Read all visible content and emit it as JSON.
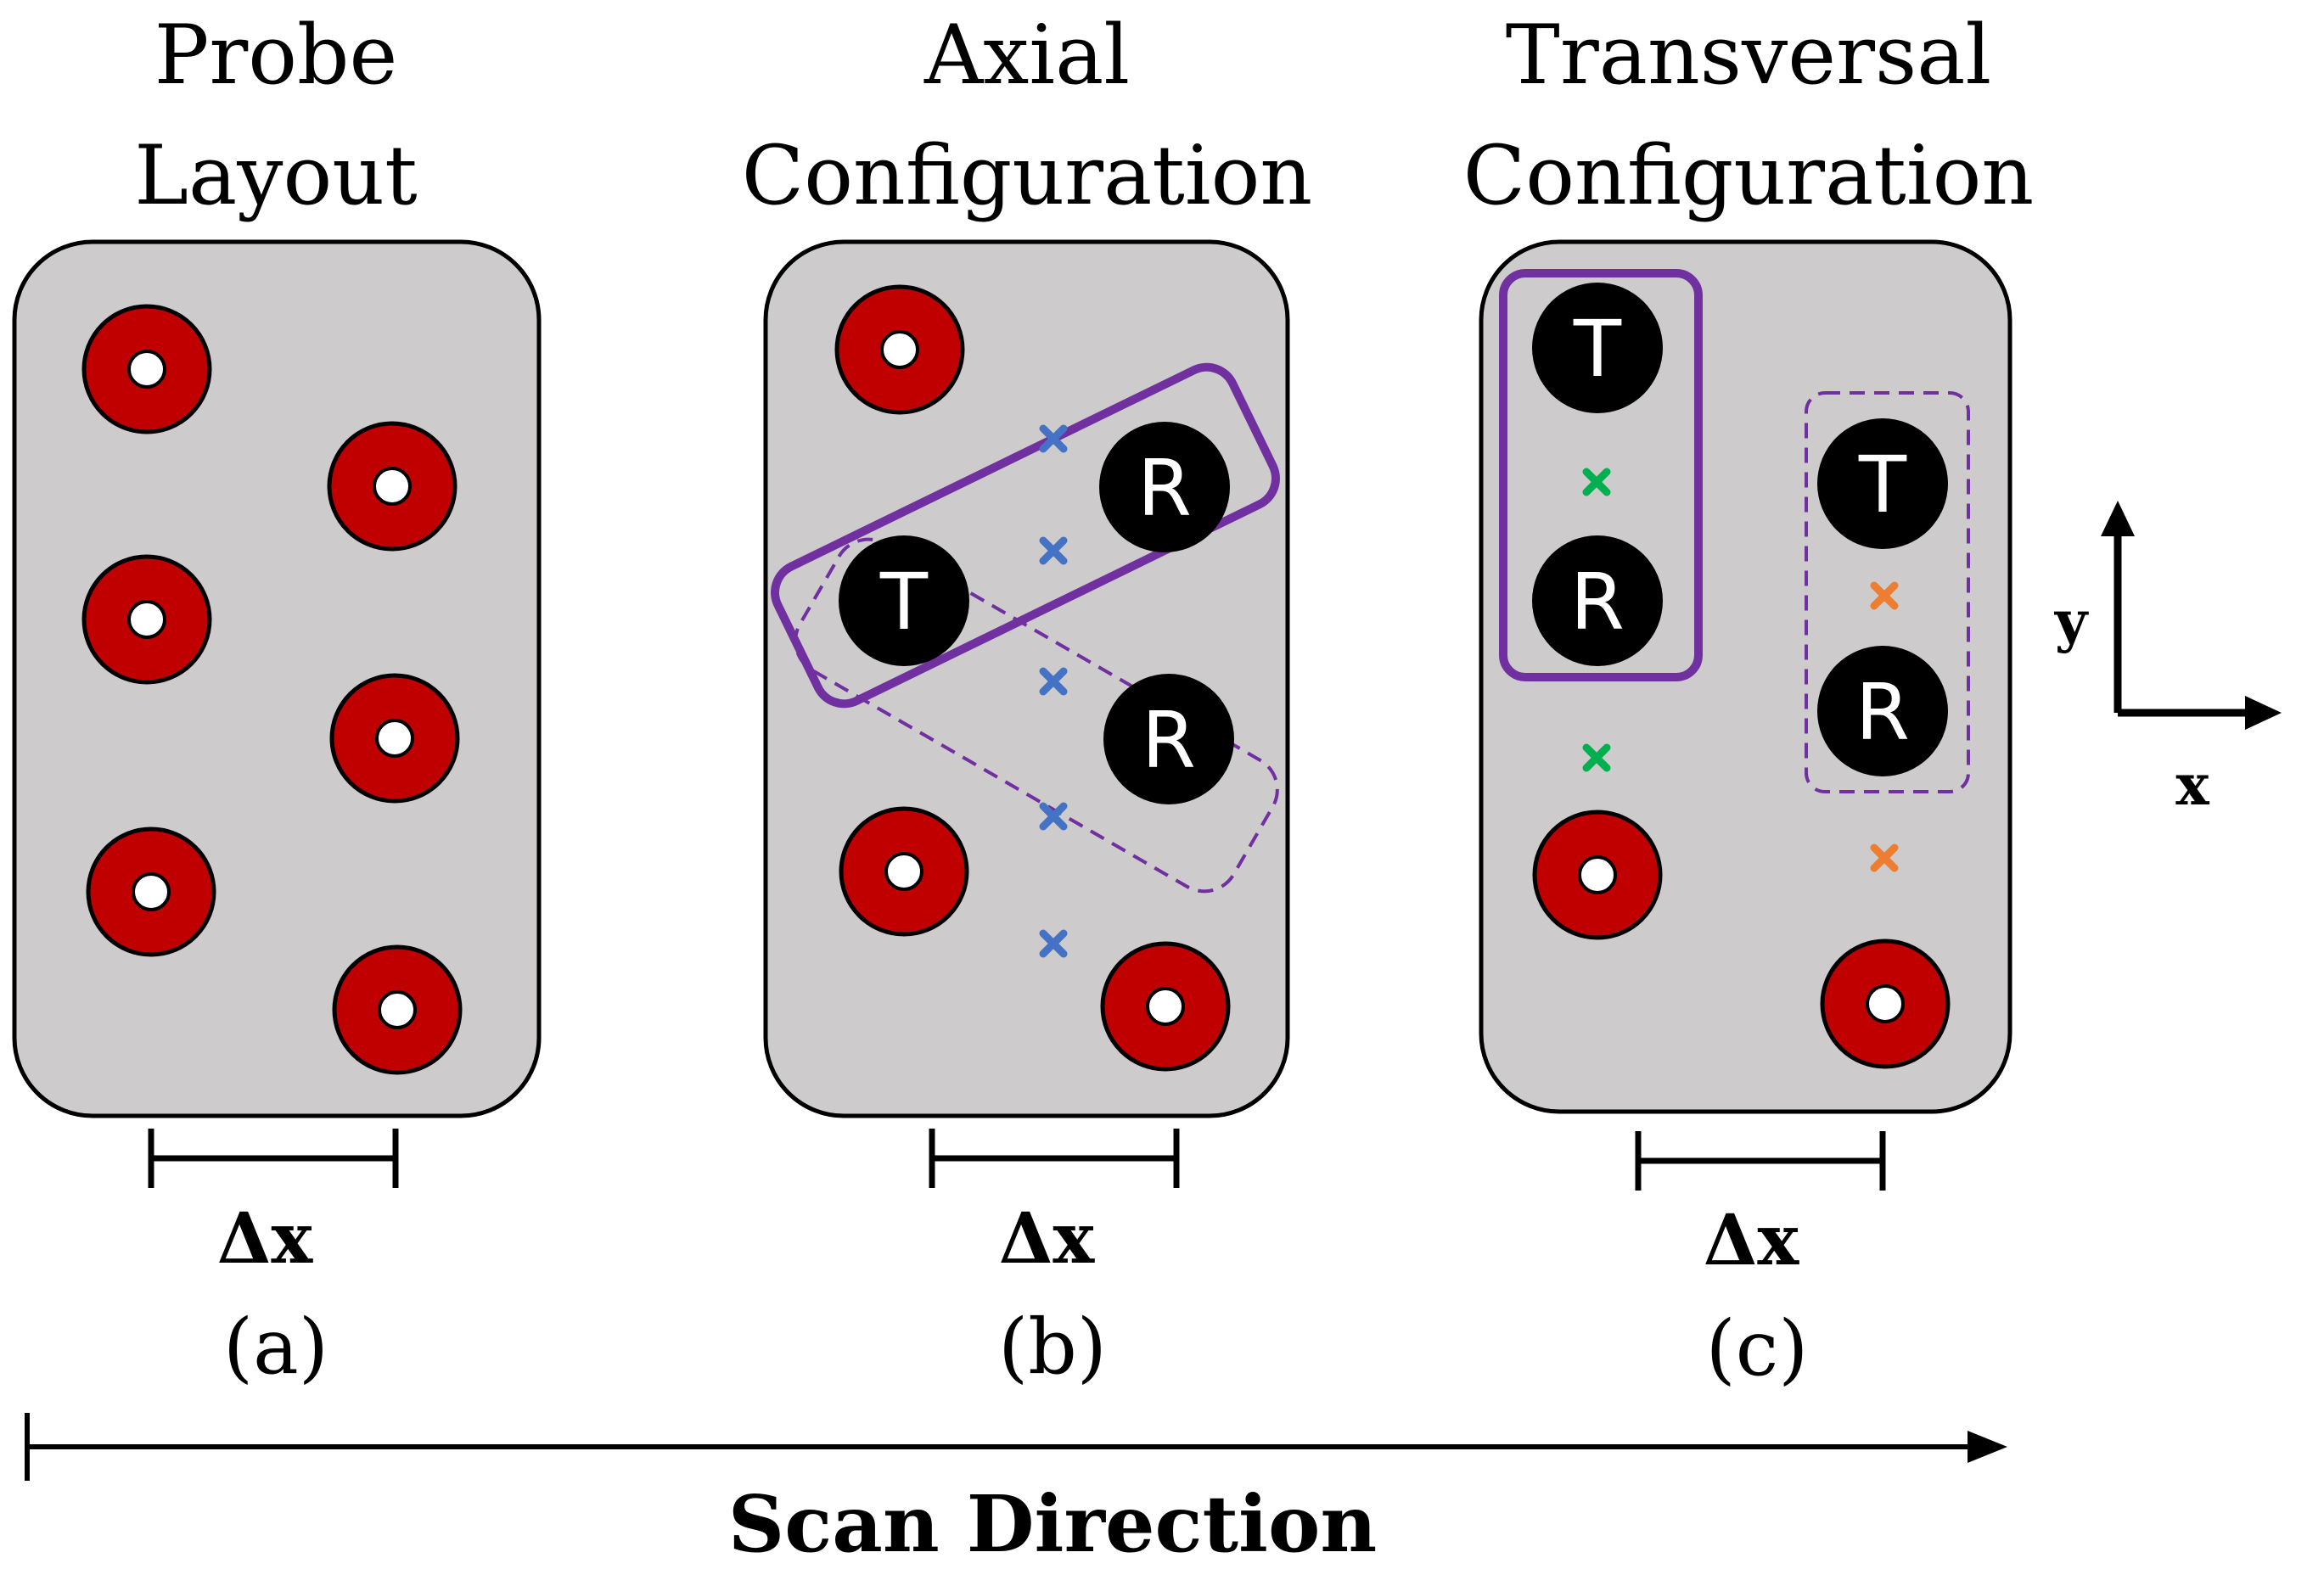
{
  "panels": [
    {
      "title_lines": [
        "Probe",
        "Layout"
      ],
      "caption": "(a)",
      "dim_label": "Δx"
    },
    {
      "title_lines": [
        "Axial",
        "Configuration"
      ],
      "caption": "(b)",
      "dim_label": "Δx",
      "transmitter_label": "T",
      "receiver_labels": [
        "R",
        "R"
      ]
    },
    {
      "title_lines": [
        "Transversal",
        "Configuration"
      ],
      "caption": "(c)",
      "dim_label": "Δx",
      "transmitter_labels": [
        "T",
        "T"
      ],
      "receiver_labels": [
        "R",
        "R"
      ]
    }
  ],
  "axes": {
    "y_label": "y",
    "x_label": "x"
  },
  "scan_direction_label": "Scan Direction",
  "colors": {
    "probe_body": "#cdcbcc",
    "element_ring": "#c00000",
    "element_active": "#000000",
    "pair_outline": "#7030a0",
    "marker_axial": "#4472c4",
    "marker_transversal_1": "#00b050",
    "marker_transversal_2": "#ed7d31"
  }
}
